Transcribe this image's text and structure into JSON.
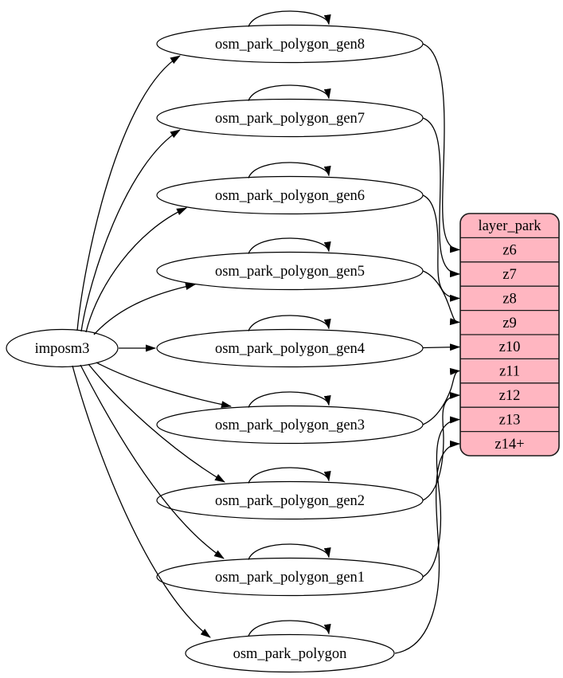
{
  "diagram": {
    "type": "dependency-graph",
    "background": "#ffffff",
    "line_color": "#000000",
    "text_color": "#000000",
    "source_node": {
      "id": "imposm3",
      "label": "imposm3",
      "fill": "#ffffff"
    },
    "table_nodes": [
      {
        "id": "osm_park_polygon_gen8",
        "label": "osm_park_polygon_gen8"
      },
      {
        "id": "osm_park_polygon_gen7",
        "label": "osm_park_polygon_gen7"
      },
      {
        "id": "osm_park_polygon_gen6",
        "label": "osm_park_polygon_gen6"
      },
      {
        "id": "osm_park_polygon_gen5",
        "label": "osm_park_polygon_gen5"
      },
      {
        "id": "osm_park_polygon_gen4",
        "label": "osm_park_polygon_gen4"
      },
      {
        "id": "osm_park_polygon_gen3",
        "label": "osm_park_polygon_gen3"
      },
      {
        "id": "osm_park_polygon_gen2",
        "label": "osm_park_polygon_gen2"
      },
      {
        "id": "osm_park_polygon_gen1",
        "label": "osm_park_polygon_gen1"
      },
      {
        "id": "osm_park_polygon",
        "label": "osm_park_polygon"
      }
    ],
    "layer_node": {
      "id": "layer_park",
      "header": "layer_park",
      "fill": "#FFB6C1",
      "stroke": "#1b1b1b",
      "rows": [
        "z6",
        "z7",
        "z8",
        "z9",
        "z10",
        "z11",
        "z12",
        "z13",
        "z14+"
      ]
    },
    "edges": {
      "from_source_to": [
        "osm_park_polygon_gen8",
        "osm_park_polygon_gen7",
        "osm_park_polygon_gen6",
        "osm_park_polygon_gen5",
        "osm_park_polygon_gen4",
        "osm_park_polygon_gen3",
        "osm_park_polygon_gen2",
        "osm_park_polygon_gen1",
        "osm_park_polygon"
      ],
      "self_loops_on": [
        "osm_park_polygon_gen8",
        "osm_park_polygon_gen7",
        "osm_park_polygon_gen6",
        "osm_park_polygon_gen5",
        "osm_park_polygon_gen4",
        "osm_park_polygon_gen3",
        "osm_park_polygon_gen2",
        "osm_park_polygon_gen1",
        "osm_park_polygon"
      ],
      "table_to_layer_row": [
        {
          "from": "osm_park_polygon_gen8",
          "row": "z6"
        },
        {
          "from": "osm_park_polygon_gen7",
          "row": "z7"
        },
        {
          "from": "osm_park_polygon_gen6",
          "row": "z8"
        },
        {
          "from": "osm_park_polygon_gen5",
          "row": "z9"
        },
        {
          "from": "osm_park_polygon_gen4",
          "row": "z10"
        },
        {
          "from": "osm_park_polygon_gen3",
          "row": "z11"
        },
        {
          "from": "osm_park_polygon_gen2",
          "row": "z12"
        },
        {
          "from": "osm_park_polygon_gen1",
          "row": "z13"
        },
        {
          "from": "osm_park_polygon",
          "row": "z14+"
        }
      ]
    }
  }
}
